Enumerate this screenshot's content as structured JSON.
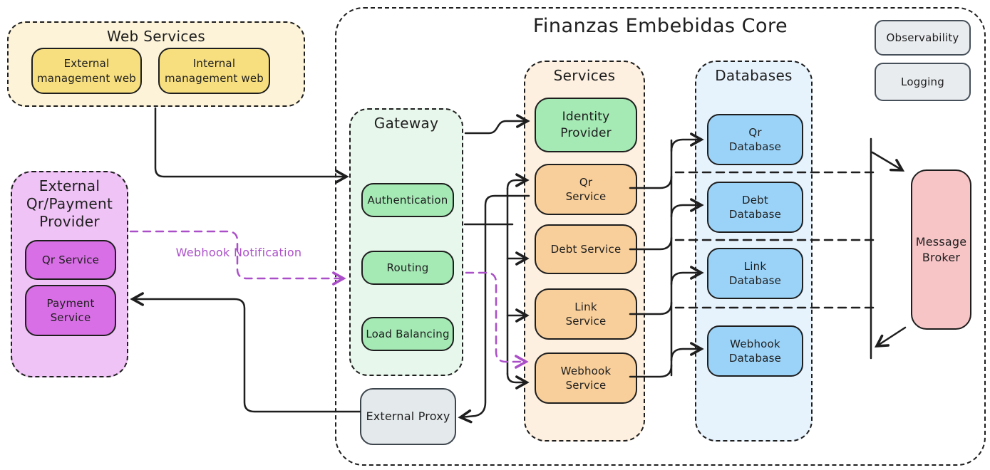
{
  "title": "Finanzas Embebidas Core",
  "web_services": {
    "title": "Web Services",
    "items": [
      "External\nmanagement web",
      "Internal\nmanagement web"
    ]
  },
  "external_provider": {
    "title": "External\nQr/Payment\nProvider",
    "items": [
      "Qr Service",
      "Payment\nService"
    ]
  },
  "gateway": {
    "title": "Gateway",
    "items": [
      "Authentication",
      "Routing",
      "Load Balancing"
    ]
  },
  "external_proxy": {
    "label": "External Proxy"
  },
  "services": {
    "title": "Services",
    "items": [
      "Identity\nProvider",
      "Qr\nService",
      "Debt Service",
      "Link\nService",
      "Webhook\nService"
    ]
  },
  "databases": {
    "title": "Databases",
    "items": [
      "Qr\nDatabase",
      "Debt\nDatabase",
      "Link\nDatabase",
      "Webhook\nDatabase"
    ]
  },
  "message_broker": {
    "label": "Message\nBroker"
  },
  "observability": {
    "label": "Observability"
  },
  "logging": {
    "label": "Logging"
  },
  "annotations": {
    "webhook_notification": "Webhook Notification"
  },
  "colors": {
    "ink": "#1e1e1e",
    "purple_accent": "#ab4fc9",
    "yellow_container": "#fcf3d9",
    "yellow_item": "#f7df7f",
    "purple_container": "#efc3f5",
    "purple_item": "#d96fe6",
    "green_container": "#e8f7ec",
    "green_item": "#a5e9b5",
    "orange_container": "#fdf0e0",
    "orange_item": "#f8cf9b",
    "blue_container": "#e6f2fc",
    "blue_item": "#9bd3f8",
    "pink_item": "#f8c5c7",
    "gray_item": "#e9ecef"
  }
}
